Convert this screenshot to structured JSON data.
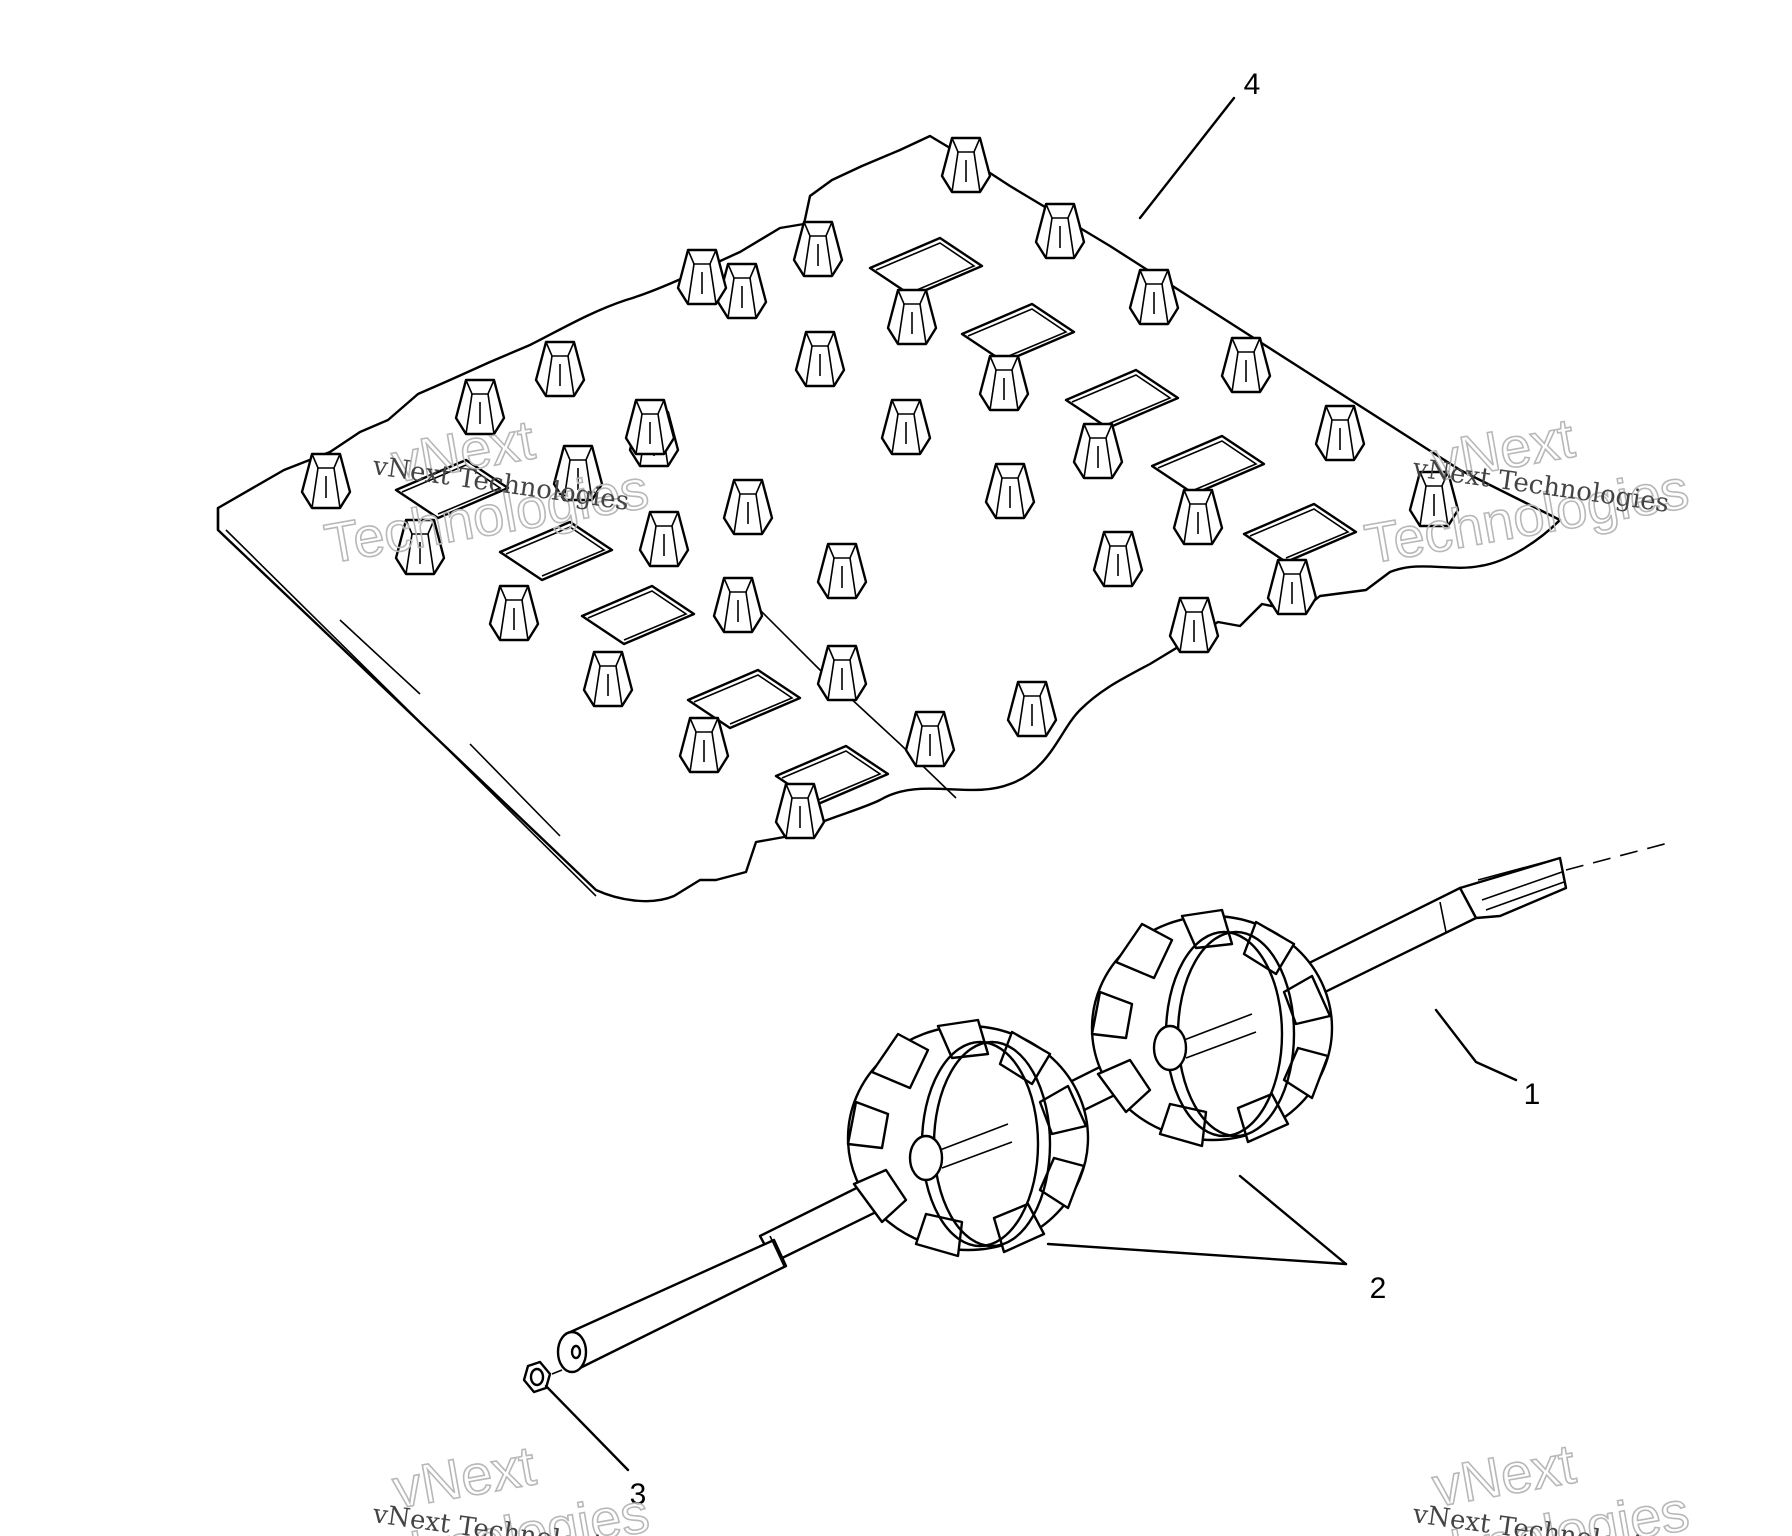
{
  "diagram": {
    "callouts": [
      {
        "id": "1",
        "label": "1"
      },
      {
        "id": "2",
        "label": "2"
      },
      {
        "id": "3",
        "label": "3"
      },
      {
        "id": "4",
        "label": "4"
      }
    ],
    "watermark": {
      "line_small": "vNext Technologies",
      "line_big_1": "vNext",
      "line_big_2": "Technologies"
    },
    "colors": {
      "ink": "#000000",
      "paper": "#ffffff",
      "watermark": "#b8b8b8"
    }
  }
}
